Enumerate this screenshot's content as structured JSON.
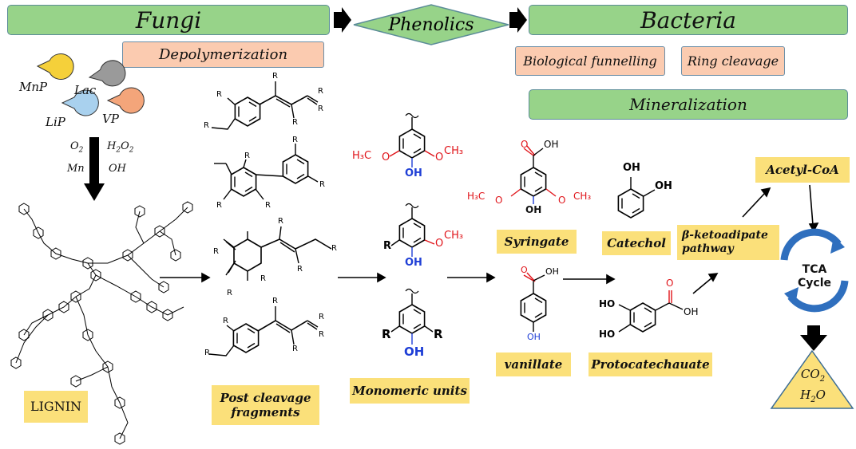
{
  "headers": {
    "fungi": "Fungi",
    "phenolics": "Phenolics",
    "bacteria": "Bacteria"
  },
  "processes": {
    "depolymerization": "Depolymerization",
    "biological_funnelling": "Biological funnelling",
    "ring_cleavage": "Ring cleavage",
    "mineralization": "Mineralization"
  },
  "enzymes": {
    "mnp": "MnP",
    "lac": "Lac",
    "lip": "LiP",
    "vp": "VP"
  },
  "cofactors": {
    "o2": "O",
    "h2o2": "H",
    "mn": "Mn",
    "oh": "OH"
  },
  "labels": {
    "lignin": "LIGNIN",
    "post_cleavage": "Post cleavage fragments",
    "monomeric_units": "Monomeric units",
    "syringate": "Syringate",
    "catechol": "Catechol",
    "vanillate": "vanillate",
    "protocatechuate": "Protocatechauate",
    "beta_pathway": "β-ketoadipate pathway",
    "acetyl_coa": "Acetyl-CoA",
    "tca": "TCA Cycle",
    "co2": "CO",
    "h2o": "H"
  },
  "atoms": {
    "r": "R",
    "oh": "OH",
    "o": "O",
    "h3c": "H₃C",
    "ch3": "CH₃",
    "ho": "HO"
  },
  "colors": {
    "green": "#97d389",
    "salmon": "#fbcbb0",
    "yellow": "#fbe07a",
    "tca_blue": "#2f6fbe",
    "red": "#e0141a",
    "blue": "#1f3fd6"
  }
}
